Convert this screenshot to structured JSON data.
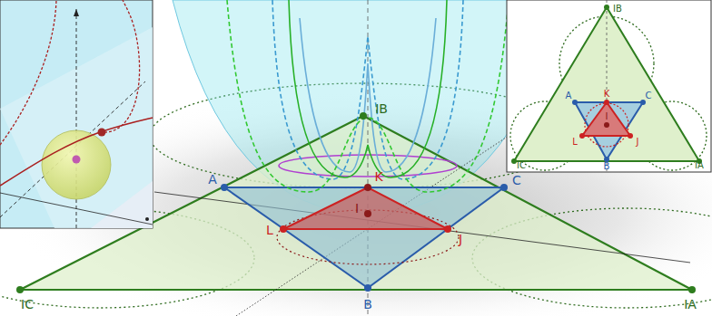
{
  "diagram": {
    "labels": [
      "IB",
      "A",
      "C",
      "K",
      "I",
      "L",
      "J",
      "B",
      "IC",
      "IA",
      "IB",
      "A",
      "K",
      "C",
      "L",
      "I",
      "J",
      "B",
      "IC",
      "IA"
    ]
  }
}
